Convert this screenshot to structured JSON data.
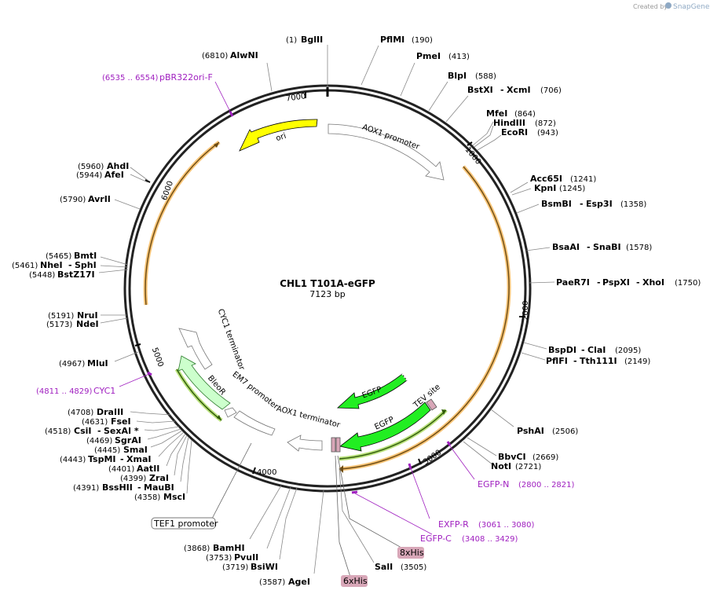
{
  "credit": {
    "prefix": "Created by",
    "brand": "SnapGene"
  },
  "plasmid": {
    "name": "CHL1 T101A-eGFP",
    "size": "7123 bp"
  },
  "ticks": [
    "1000",
    "2000",
    "3000",
    "4000",
    "5000",
    "6000",
    "7000"
  ],
  "sites": [
    {
      "name": "BglII",
      "pos": "(1)"
    },
    {
      "name": "PflMI",
      "pos": "(190)"
    },
    {
      "name": "PmeI",
      "pos": "(413)"
    },
    {
      "name": "BlpI",
      "pos": "(588)"
    },
    {
      "name": "BstXI",
      "name2": "XcmI",
      "pos": "(706)"
    },
    {
      "name": "MfeI",
      "pos": "(864)"
    },
    {
      "name": "HindIII",
      "pos": "(872)"
    },
    {
      "name": "EcoRI",
      "pos": "(943)"
    },
    {
      "name": "Acc65I",
      "pos": "(1241)"
    },
    {
      "name": "KpnI",
      "pos": "(1245)"
    },
    {
      "name": "BsmBI",
      "name2": "Esp3I",
      "pos": "(1358)"
    },
    {
      "name": "BsaAI",
      "name2": "SnaBI",
      "pos": "(1578)"
    },
    {
      "name": "PaeR7I",
      "name2": "PspXI",
      "name3": "XhoI",
      "pos": "(1750)"
    },
    {
      "name": "BspDI",
      "name2": "ClaI",
      "pos": "(2095)"
    },
    {
      "name": "PflFI",
      "name2": "Tth111I",
      "pos": "(2149)"
    },
    {
      "name": "PshAI",
      "pos": "(2506)"
    },
    {
      "name": "BbvCI",
      "pos": "(2669)"
    },
    {
      "name": "NotI",
      "pos": "(2721)"
    },
    {
      "name": "SalI",
      "pos": "(3505)"
    },
    {
      "name": "AgeI",
      "pos": "(3587)"
    },
    {
      "name": "BsiWI",
      "pos": "(3719)"
    },
    {
      "name": "PvuII",
      "pos": "(3753)"
    },
    {
      "name": "BamHI",
      "pos": "(3868)"
    },
    {
      "name": "MscI",
      "pos": "(4358)"
    },
    {
      "name": "BssHII",
      "name2": "MauBI",
      "pos": "(4391)"
    },
    {
      "name": "ZraI",
      "pos": "(4399)"
    },
    {
      "name": "AatII",
      "pos": "(4401)"
    },
    {
      "name": "TspMI",
      "name2": "XmaI",
      "pos": "(4443)"
    },
    {
      "name": "SmaI",
      "pos": "(4445)"
    },
    {
      "name": "SgrAI",
      "pos": "(4469)"
    },
    {
      "name": "CsiI",
      "name2": "SexAI *",
      "pos": "(4518)"
    },
    {
      "name": "FseI",
      "pos": "(4631)"
    },
    {
      "name": "DraIII",
      "pos": "(4708)"
    },
    {
      "name": "MluI",
      "pos": "(4967)"
    },
    {
      "name": "NdeI",
      "pos": "(5173)"
    },
    {
      "name": "NruI",
      "pos": "(5191)"
    },
    {
      "name": "BstZ17I",
      "pos": "(5448)"
    },
    {
      "name": "NheI",
      "name2": "SphI",
      "pos": "(5461)"
    },
    {
      "name": "BmtI",
      "pos": "(5465)"
    },
    {
      "name": "AvrII",
      "pos": "(5790)"
    },
    {
      "name": "AfeI",
      "pos": "(5944)"
    },
    {
      "name": "AhdI",
      "pos": "(5960)"
    },
    {
      "name": "AlwNI",
      "pos": "(6810)"
    }
  ],
  "primers": [
    {
      "name": "pBR322ori-F",
      "pos": "(6535 .. 6554)"
    },
    {
      "name": "CYC1",
      "pos": "(4811 .. 4829)"
    },
    {
      "name": "EGFP-N",
      "pos": "(2800 .. 2821)"
    },
    {
      "name": "EXFP-R",
      "pos": "(3061 .. 3080)"
    },
    {
      "name": "EGFP-C",
      "pos": "(3408 .. 3429)"
    }
  ],
  "features": {
    "ori": "ori",
    "aox1_promoter": "AOX1 promoter",
    "cyc1_terminator": "CYC1 terminator",
    "em7_promoter": "EM7 promoter",
    "bleor": "BleoR",
    "aox1_terminator": "AOX1 terminator",
    "egfp_1": "EGFP",
    "egfp_2": "EGFP",
    "tev_site": "TEV site",
    "tef1_promoter": "TEF1 promoter",
    "his8": "8xHis",
    "his6": "6xHis"
  },
  "colors": {
    "ori": "#ffff00",
    "egfp": "#22ee22",
    "bleor": "#ccffcc",
    "orf_orange": "#f7c477",
    "orf_green": "#b8e07a",
    "primer": "#a020c0",
    "tag": "#d8a7b8"
  }
}
